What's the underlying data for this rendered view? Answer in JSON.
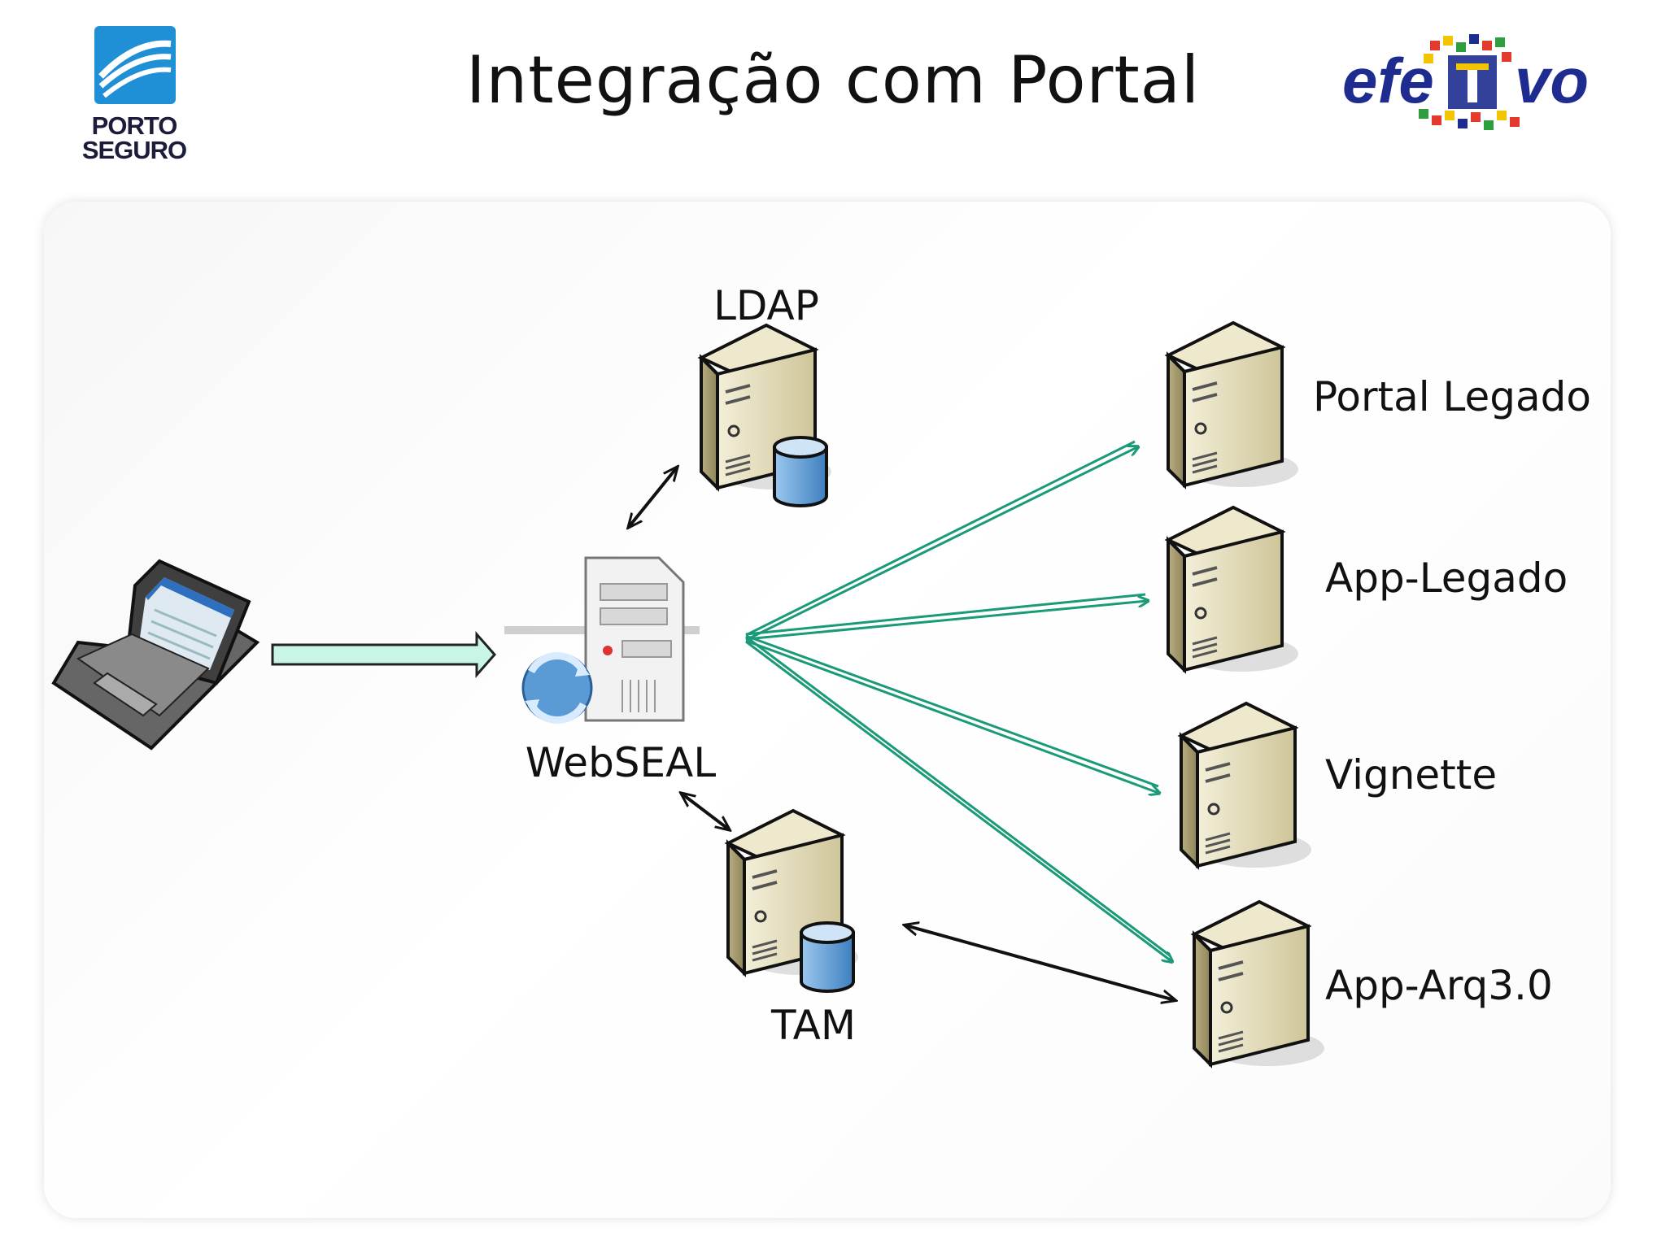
{
  "header": {
    "title": "Integração com Portal",
    "logo_left": "PORTO SEGURO",
    "logo_left_lines": [
      "PORTO",
      "SEGURO"
    ],
    "logo_right": "efeTIvo"
  },
  "nodes": {
    "client": {
      "icon": "laptop-icon"
    },
    "webseal": {
      "label": "WebSEAL",
      "icon": "web-server-icon"
    },
    "ldap": {
      "label": "LDAP",
      "icon": "database-server-icon"
    },
    "tam": {
      "label": "TAM",
      "icon": "database-server-icon"
    },
    "portal_legado": {
      "label": "Portal Legado",
      "icon": "server-icon"
    },
    "app_legado": {
      "label": "App-Legado",
      "icon": "server-icon"
    },
    "vignette": {
      "label": "Vignette",
      "icon": "server-icon"
    },
    "app_arq": {
      "label": "App-Arq3.0",
      "icon": "server-icon"
    }
  },
  "edges": [
    {
      "from": "client",
      "to": "webseal",
      "style": "block-arrow"
    },
    {
      "from": "webseal",
      "to": "ldap",
      "style": "bidirectional"
    },
    {
      "from": "webseal",
      "to": "tam",
      "style": "bidirectional"
    },
    {
      "from": "webseal",
      "to": "portal_legado",
      "style": "green-arrow"
    },
    {
      "from": "webseal",
      "to": "app_legado",
      "style": "green-arrow"
    },
    {
      "from": "webseal",
      "to": "vignette",
      "style": "green-arrow"
    },
    {
      "from": "webseal",
      "to": "app_arq",
      "style": "green-arrow"
    },
    {
      "from": "tam",
      "to": "app_arq",
      "style": "bidirectional"
    }
  ],
  "colors": {
    "green_arrow": "#1a9a78",
    "block_arrow_fill": "#c9f5e6",
    "server_face": "#e6dfbf",
    "db_blue": "#5b9bd5",
    "porto_blue": "#1f8fd6",
    "efetivo_blue": "#1e2c8f"
  }
}
